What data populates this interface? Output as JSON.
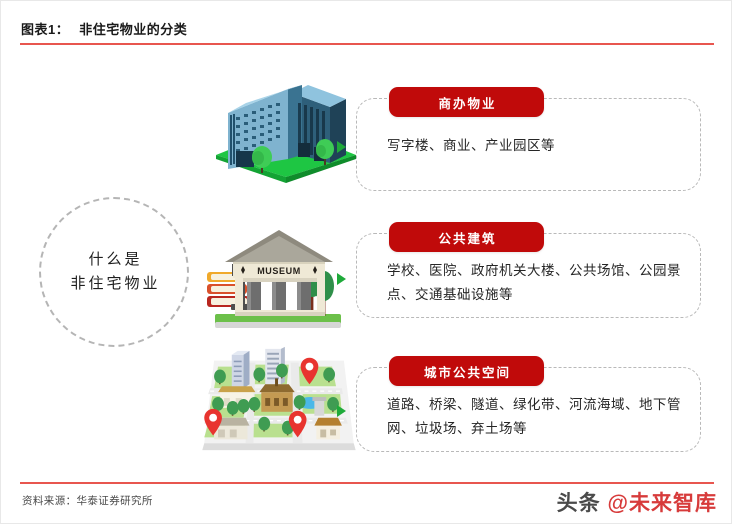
{
  "header": {
    "figure_label": "图表1：",
    "title": "非住宅物业的分类",
    "rule_color": "#e8564f"
  },
  "concept": {
    "line1": "什么是",
    "line2": "非住宅物业"
  },
  "accent": {
    "badge_red": "#c00a0a",
    "dash_gray": "#b9b9b9",
    "arrow_green": "#1faa3a"
  },
  "categories": [
    {
      "badge": "商办物业",
      "body": "写字楼、商业、产业园区等",
      "illustration": "office-building-illustration",
      "museum_sign": ""
    },
    {
      "badge": "公共建筑",
      "body": "学校、医院、政府机关大楼、公共场馆、公园景点、交通基础设施等",
      "illustration": "museum-building-illustration",
      "museum_sign": "MUSEUM"
    },
    {
      "badge": "城市公共空间",
      "body": "道路、桥梁、隧道、绿化带、河流海域、地下管网、垃圾场、弃土场等",
      "illustration": "city-map-illustration",
      "museum_sign": ""
    }
  ],
  "footer": {
    "source": "资料来源：华泰证券研究所",
    "watermark_prefix": "头条 ",
    "watermark_handle": "@未来智库"
  }
}
